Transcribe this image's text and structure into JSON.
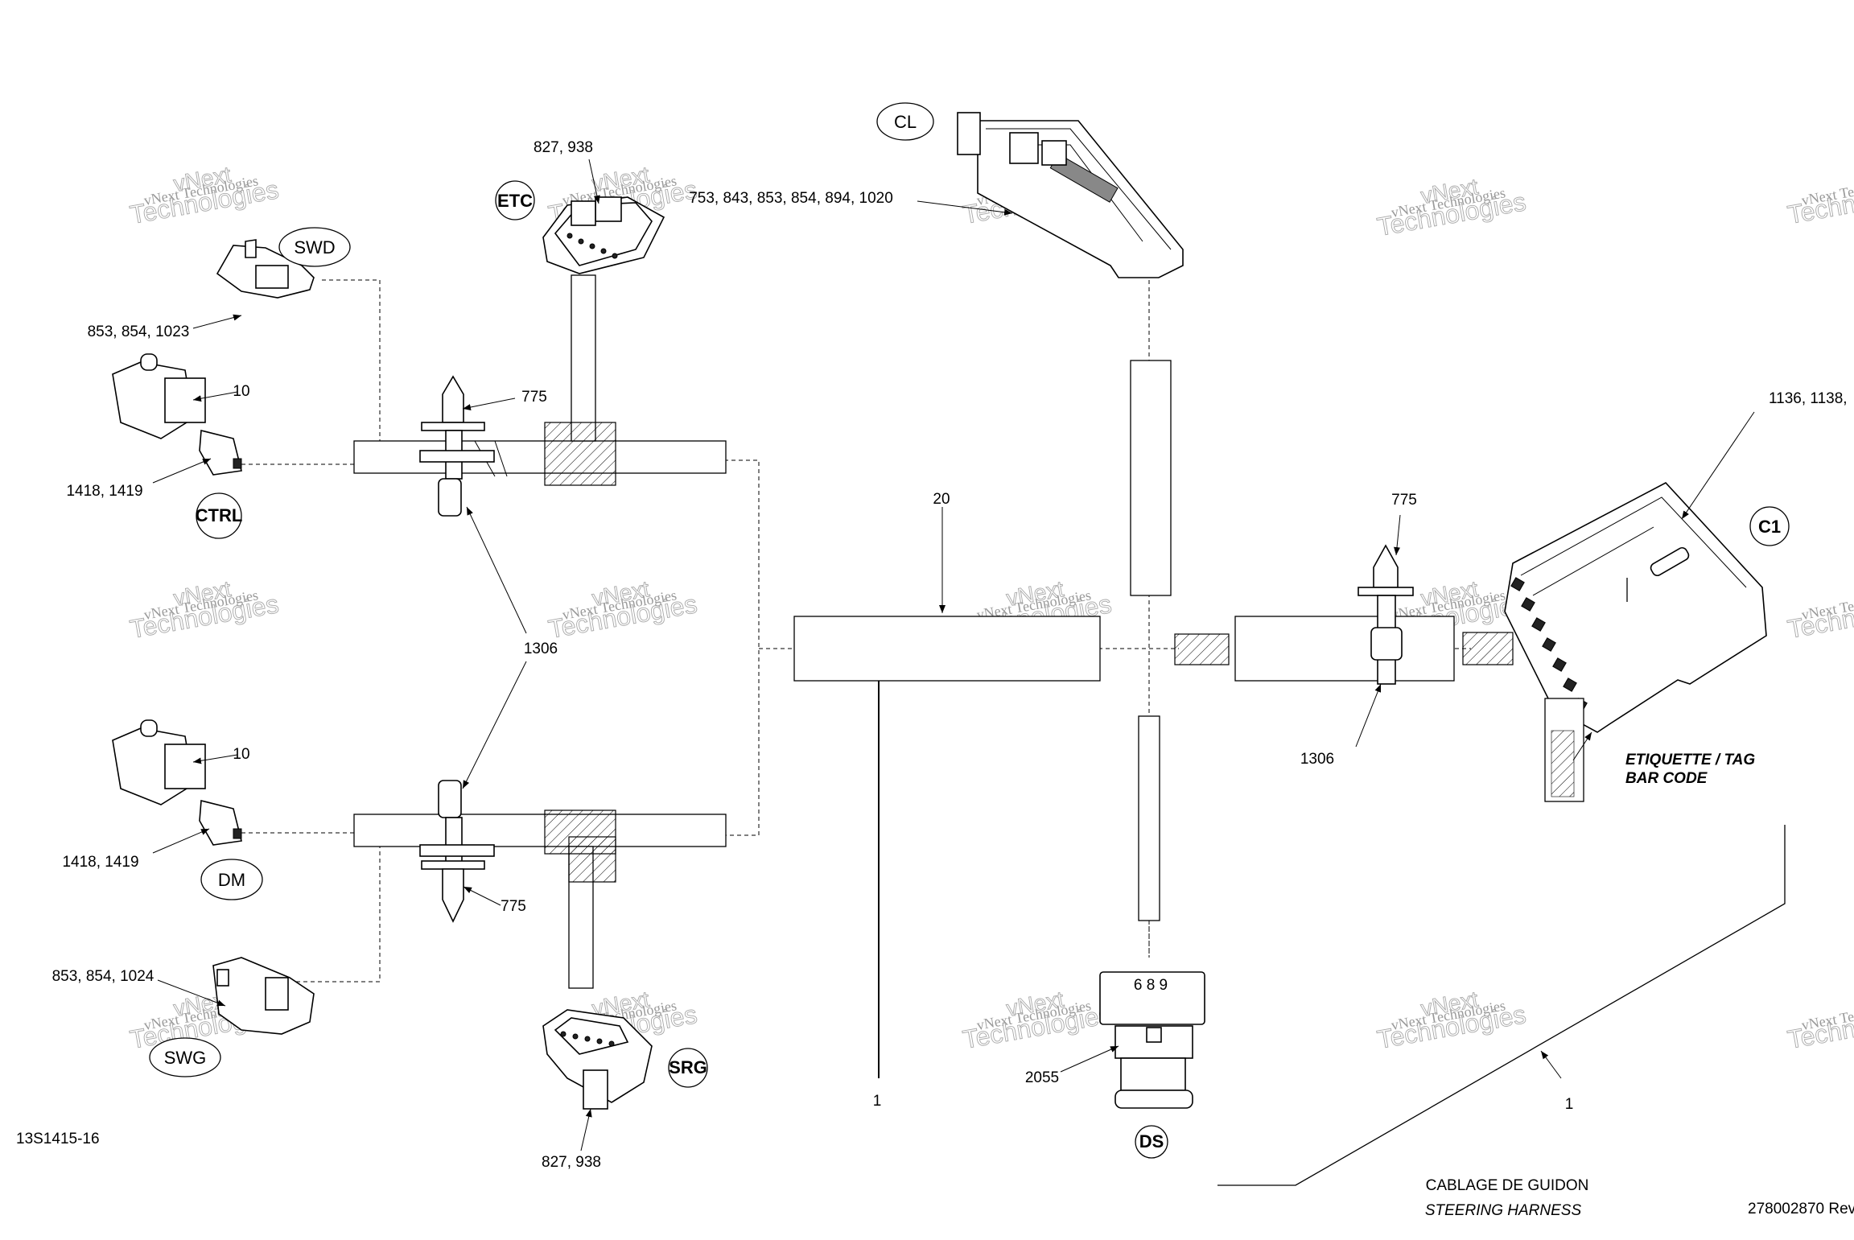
{
  "watermark": {
    "line1": "vNext Technologies",
    "line2": "Technologies",
    "line3": "vNext"
  },
  "callouts": {
    "c827_938_top": "827, 938",
    "c753_list": "753, 843, 853, 854, 894, 1020",
    "c853_854_1023": "853, 854, 1023",
    "c10_top": "10",
    "c1418_1419_top": "1418, 1419",
    "c775_left_top": "775",
    "c1306_left": "1306",
    "c20": "20",
    "c775_right": "775",
    "c1306_right": "1306",
    "c1136": "1136, 1138,",
    "c10_bottom": "10",
    "c1418_1419_bottom": "1418, 1419",
    "c775_left_bottom": "775",
    "c853_854_1024": "853, 854, 1024",
    "c827_938_bottom": "827, 938",
    "c2055": "2055",
    "c689": "6 8 9",
    "c1_left": "1",
    "c1_right": "1",
    "tag_line1": "ETIQUETTE / TAG",
    "tag_line2": "BAR CODE"
  },
  "connectors": {
    "cl": "CL",
    "etc": "ETC",
    "swd": "SWD",
    "ctrl": "CTRL",
    "c1": "C1",
    "dm": "DM",
    "swg": "SWG",
    "srg": "SRG",
    "ds": "DS"
  },
  "footer": {
    "drawing_code": "13S1415-16",
    "title_fr": "CABLAGE DE GUIDON",
    "title_en": "STEERING HARNESS",
    "part_number": "278002870 Rev"
  }
}
